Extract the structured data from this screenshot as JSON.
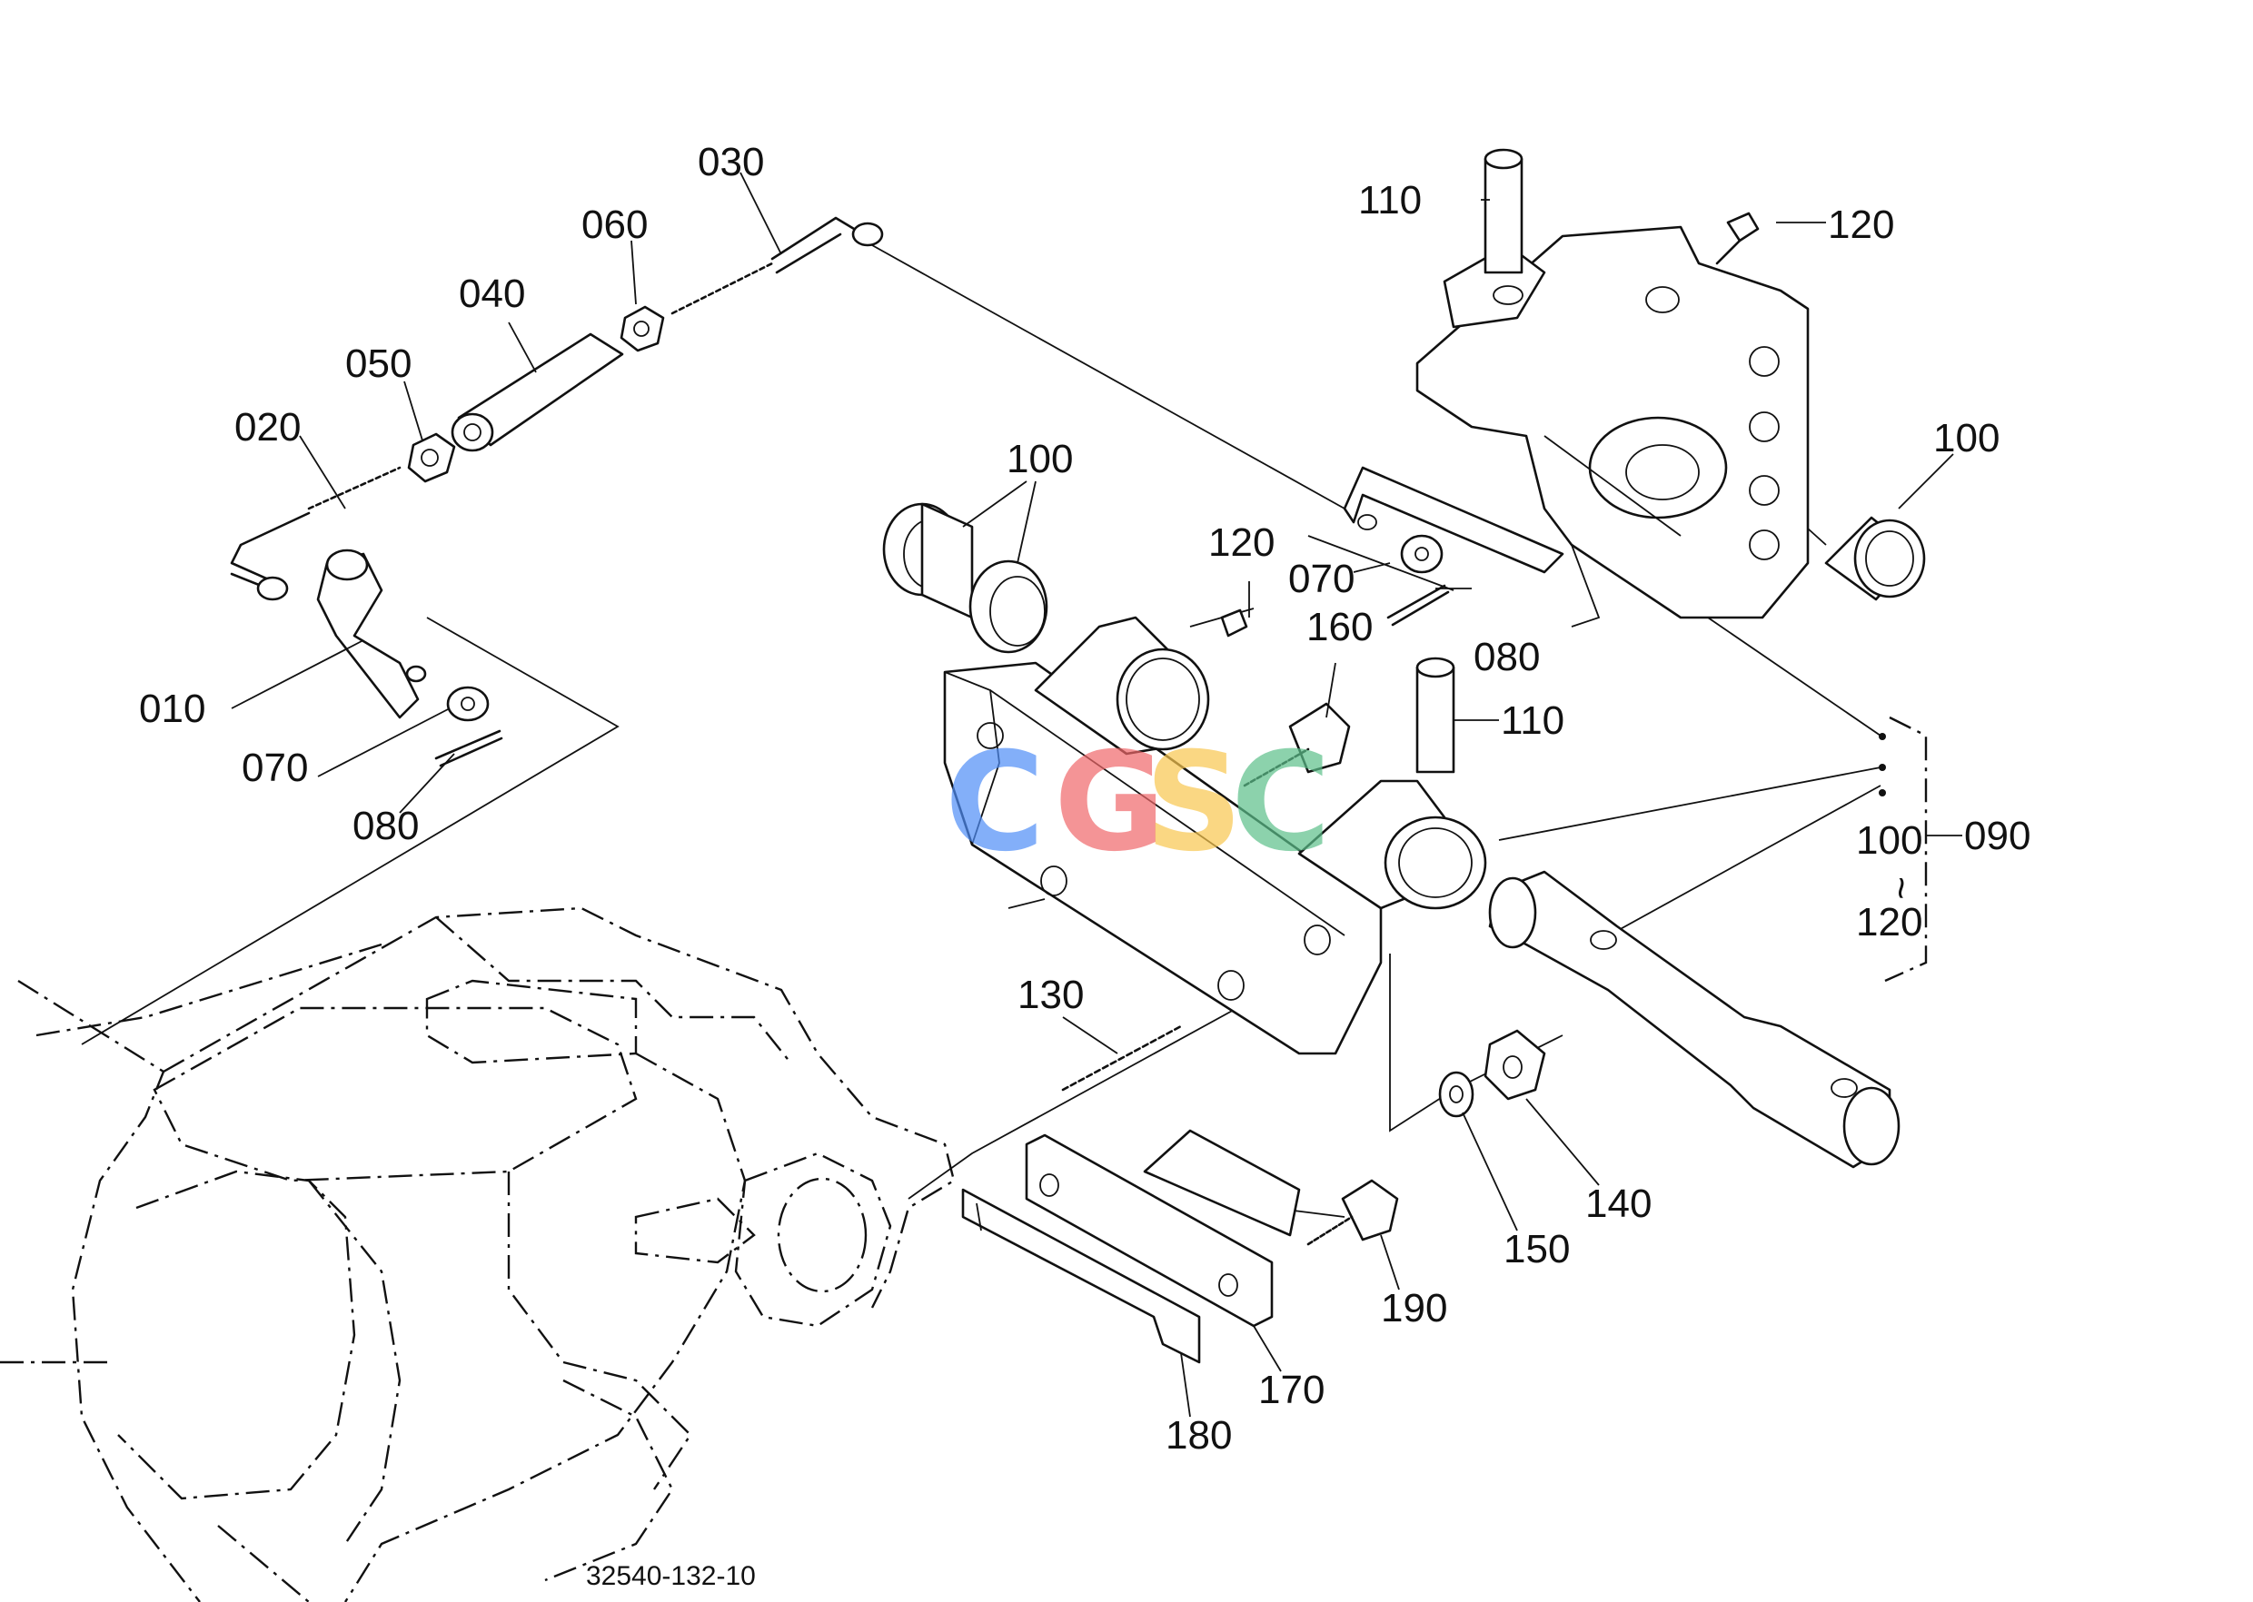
{
  "diagram": {
    "drawing_code": "32540-132-10",
    "watermark": [
      {
        "char": "C",
        "color": "#4f8ef7"
      },
      {
        "char": "G",
        "color": "#f0686a"
      },
      {
        "char": "S",
        "color": "#f9c74f"
      },
      {
        "char": "C",
        "color": "#5cbf8a"
      }
    ],
    "callouts": {
      "c010": "010",
      "c020": "020",
      "c030": "030",
      "c040": "040",
      "c050": "050",
      "c060": "060",
      "c070a": "070",
      "c070b": "070",
      "c080a": "080",
      "c080b": "080",
      "c090": "090",
      "c100a": "100",
      "c100b": "100",
      "c100c": "100",
      "c110a": "110",
      "c110b": "110",
      "c120a": "120",
      "c120b": "120",
      "c120c": "120",
      "c130": "130",
      "c140": "140",
      "c150": "150",
      "c160": "160",
      "c170": "170",
      "c180": "180",
      "c190": "190",
      "tilde": "~"
    }
  }
}
